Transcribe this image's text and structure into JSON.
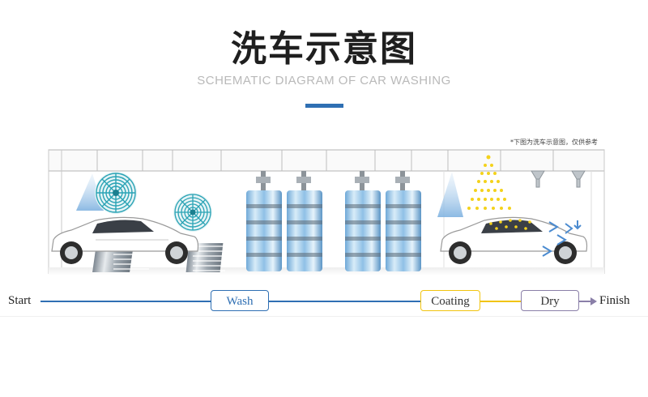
{
  "header": {
    "title": "洗车示意图",
    "subtitle": "SCHEMATIC DIAGRAM OF CAR WASHING"
  },
  "note": "*下图为洗车示意图，仅供参考",
  "colors": {
    "accent": "#2f6fb3",
    "wash": "#2f6fb3",
    "coating": "#f1c40f",
    "dry": "#8a7fa8"
  },
  "flow": {
    "start": "Start",
    "steps": [
      {
        "label": "Wash"
      },
      {
        "label": "Coating"
      },
      {
        "label": "Dry"
      }
    ],
    "finish": "Finish"
  }
}
